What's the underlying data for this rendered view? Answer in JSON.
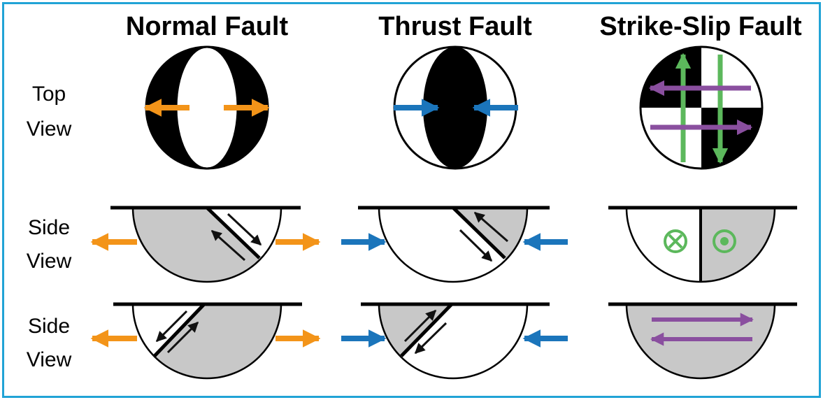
{
  "columns": [
    {
      "title": "Normal Fault"
    },
    {
      "title": "Thrust Fault"
    },
    {
      "title": "Strike-Slip Fault"
    }
  ],
  "rows": [
    {
      "line1": "Top",
      "line2": "View"
    },
    {
      "line1": "Side",
      "line2": "View"
    },
    {
      "line1": "Side",
      "line2": "View"
    }
  ],
  "colors": {
    "border": "#21a3d6",
    "extension_arrow": "#f39419",
    "compression_arrow": "#1b75bb",
    "strike_slip_ns": "#5cb85c",
    "strike_slip_ew": "#8a4f9f",
    "fill_gray": "#c8c8c8",
    "fill_black": "#000000"
  },
  "icons": [
    "out-of-page-symbol",
    "into-page-symbol",
    "beachball"
  ]
}
